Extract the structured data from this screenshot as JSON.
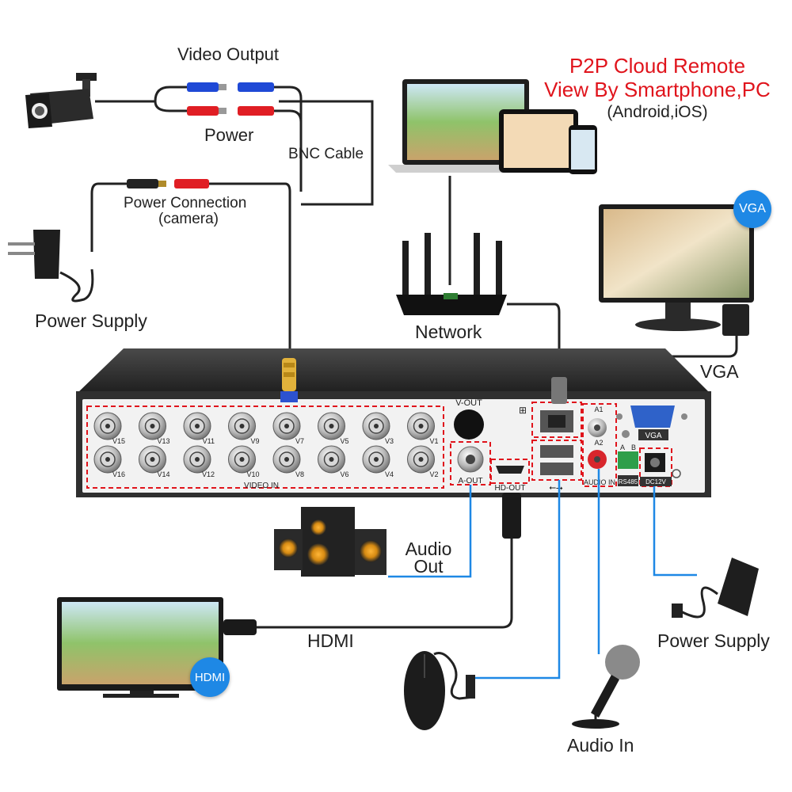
{
  "labels": {
    "video_output": "Video Output",
    "power": "Power",
    "bnc_cable": "BNC Cable",
    "power_connection": "Power Connection",
    "power_connection_sub": "(camera)",
    "power_supply_left": "Power Supply",
    "p2p_line1": "P2P Cloud Remote",
    "p2p_line2": "View By Smartphone,PC",
    "p2p_line3": "(Android,iOS)",
    "network": "Network",
    "vga_badge": "VGA",
    "vga": "VGA",
    "audio_out_line1": "Audio",
    "audio_out_line2": "Out",
    "hdmi": "HDMI",
    "hdmi_badge": "HDMI",
    "power_supply_right": "Power Supply",
    "audio_in": "Audio In"
  },
  "panel": {
    "video_in": "VIDEO IN",
    "v_out": "V-OUT",
    "a_out": "A-OUT",
    "hd_out": "HD-OUT",
    "audio_in": "AUDIO IN",
    "vga_port": "VGA",
    "rs485": "RS485",
    "dc12v": "DC12V",
    "a1": "A1",
    "a2": "A2",
    "rs_a": "A",
    "rs_b": "B",
    "bnc_top": [
      "V15",
      "V13",
      "V11",
      "V9",
      "V7",
      "V5",
      "V3",
      "V1"
    ],
    "bnc_bottom": [
      "V16",
      "V14",
      "V12",
      "V10",
      "V8",
      "V6",
      "V4",
      "V2"
    ]
  },
  "colors": {
    "highlight": "#e0141c",
    "cable_blue": "#1e88e5",
    "dvr_body": "#2e2e2e",
    "panel": "#f2f2f2"
  }
}
